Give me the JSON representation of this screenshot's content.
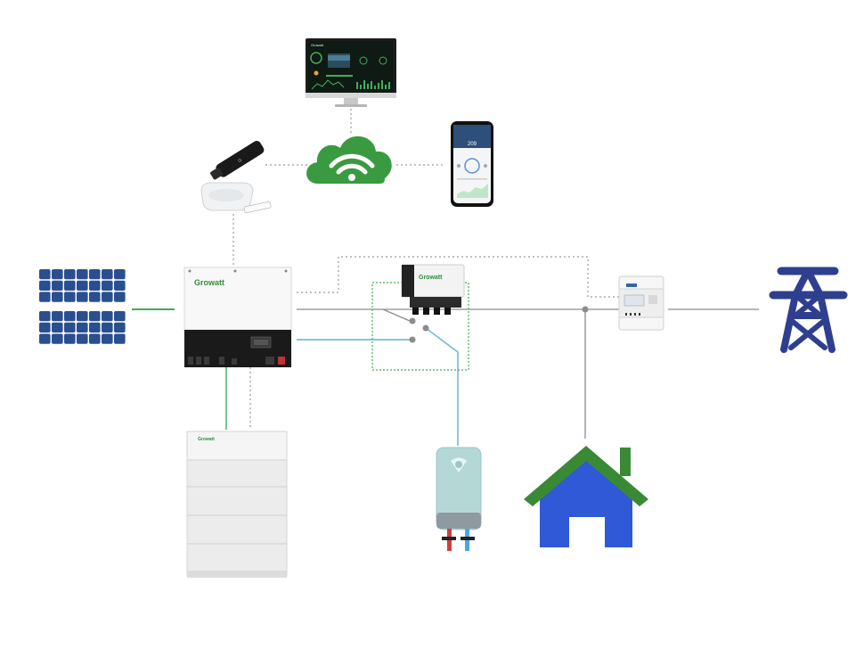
{
  "diagram": {
    "inverter": {
      "brand": "Growatt"
    },
    "battery": {
      "brand": "Growatt"
    },
    "diverter": {
      "brand": "Growatt"
    },
    "monitor_screen": {
      "title": "Growatt",
      "kpi": ""
    },
    "phone_screen": {
      "value": "209"
    },
    "colors": {
      "pv_line": "#3fae5c",
      "dc_line": "#5fb3c9",
      "ac_line": "#8c8c8c",
      "comm_line": "#9a9a9a",
      "cloud": "#3a9a3f",
      "house_body": "#2f59d6",
      "house_roof": "#3a8a35",
      "pylon": "#2f3f8f",
      "solar_cell": "#2a4f8f"
    },
    "icons": [
      "monitor-icon",
      "cloud-wifi-icon",
      "smartphone-icon",
      "wifi-dongle-icon",
      "router-icon",
      "solar-panel-icon",
      "inverter-icon",
      "battery-icon",
      "power-diverter-icon",
      "smart-meter-icon",
      "grid-pylon-icon",
      "water-heater-icon",
      "house-icon"
    ]
  }
}
